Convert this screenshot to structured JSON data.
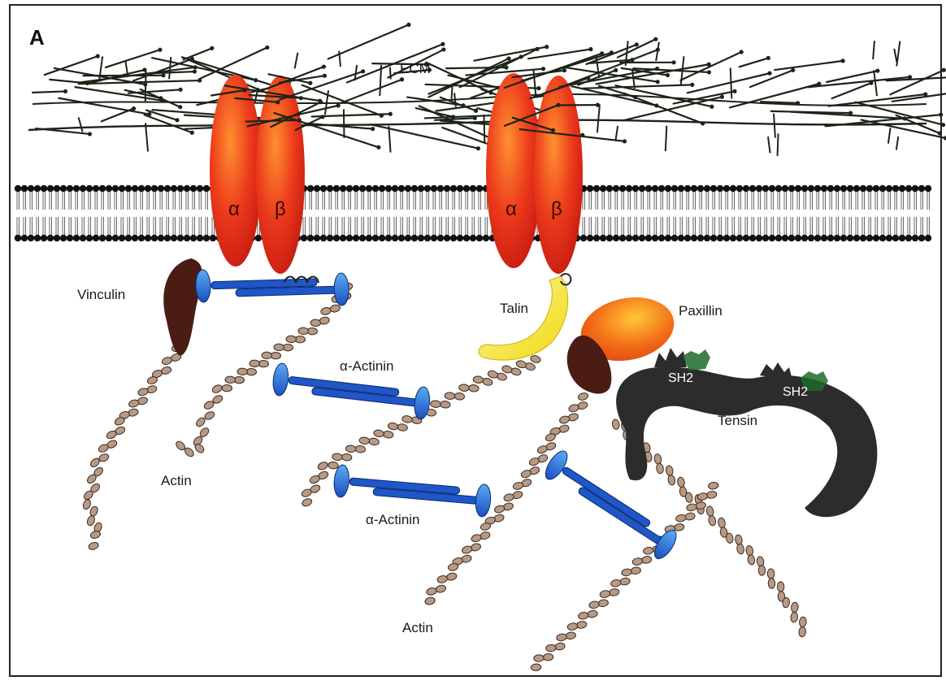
{
  "figure": {
    "panel_label": "A",
    "labels": {
      "ecm": "ECM",
      "alpha": "α",
      "beta": "β",
      "vinculin": "Vinculin",
      "talin": "Talin",
      "paxillin": "Paxillin",
      "alpha_actinin": "α-Actinin",
      "tensin": "Tensin",
      "sh2": "SH2",
      "actin": "Actin"
    },
    "colors": {
      "integrin": "#e8301a",
      "integrin_light": "#ff8a2a",
      "vinculin": "#4a1c14",
      "talin": "#f4e21c",
      "paxillin": "#f06418",
      "actinin": "#1f56c8",
      "actinin_light": "#4aa0ee",
      "tensin": "#2c2c2c",
      "sh2_tips": "#1f6a2a",
      "actin_bead": "#b89a84",
      "ecm_fiber": "#1c2418",
      "membrane": "#111111"
    },
    "icons": [
      "integrin-heterodimer",
      "actin-filament",
      "actinin-dimer",
      "lipid-bilayer",
      "ecm-mesh"
    ]
  }
}
